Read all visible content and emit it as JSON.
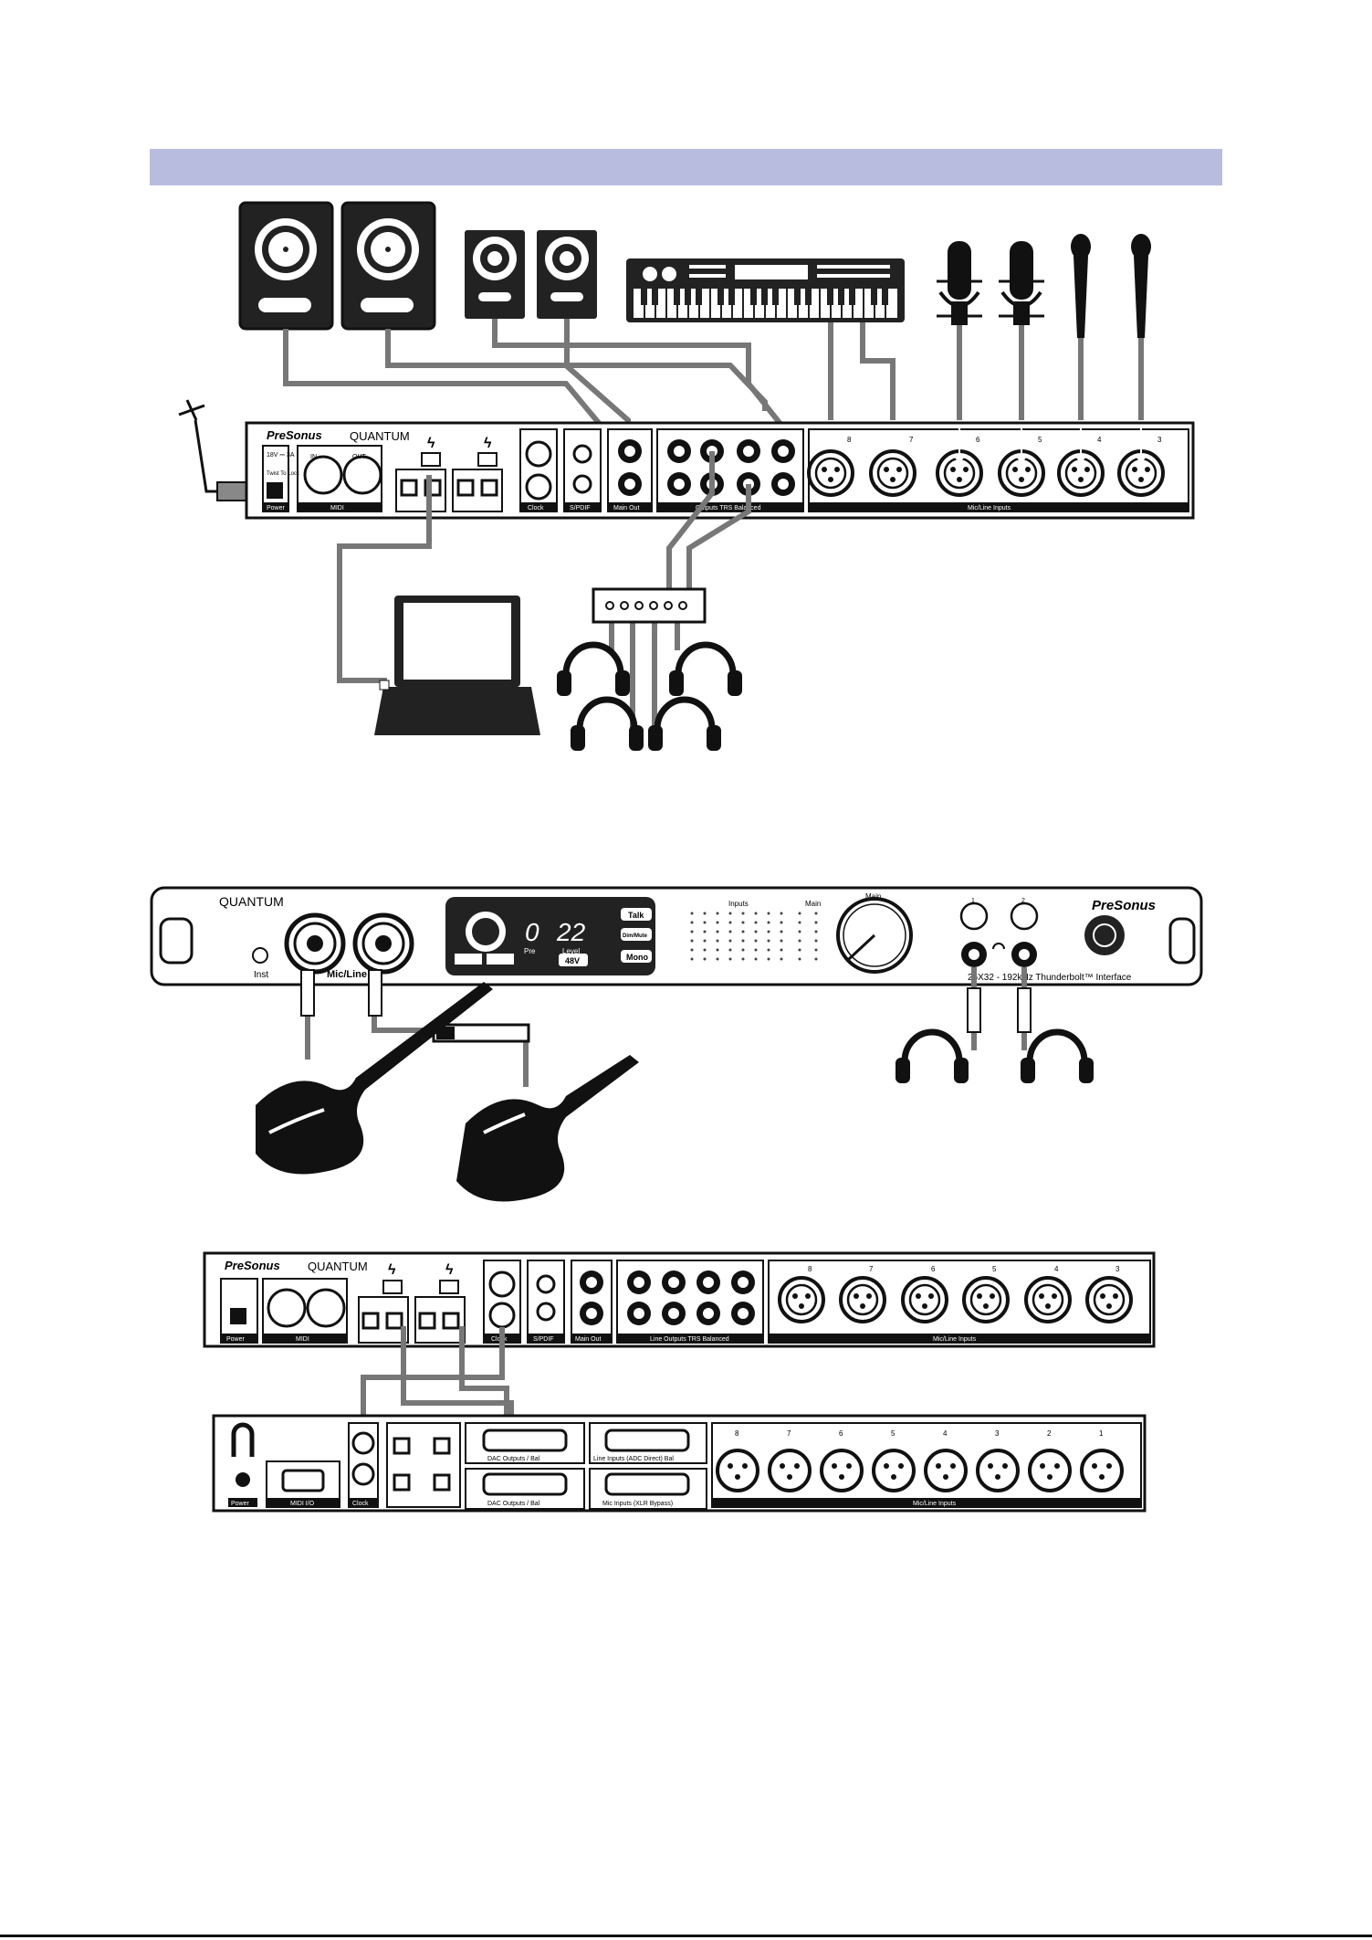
{
  "colors": {
    "band": "#b8bde0",
    "cable": "#777777",
    "outline": "#111111"
  },
  "top_panel": {
    "brand": "PreSonus",
    "model": "QUANTUM",
    "power_spec": "18V ⎓ 3A",
    "twist_lock": "Twist To Lock",
    "sections": {
      "power": "Power",
      "midi": "MIDI",
      "clock": "Clock",
      "spdif": "S/PDIF",
      "main_out": "Main Out",
      "line_outputs": "Outputs TRS Balanced",
      "mic_line_inputs": "Mic/Line Inputs"
    },
    "midi_in": "IN",
    "midi_out": "OUT",
    "input_numbers": [
      "8",
      "7",
      "6",
      "5",
      "4",
      "3"
    ]
  },
  "front_panel": {
    "model": "QUANTUM",
    "brand": "PreSonus",
    "inst_label": "Inst",
    "mic_line_label": "Mic/Line",
    "display_pre": "0",
    "display_level": "22",
    "pre_label": "Pre",
    "level_label": "Level",
    "btn_talk": "Talk",
    "btn_dim_mute": "Dim/Mute",
    "btn_mono": "Mono",
    "btn_48v": "48V",
    "inputs_label": "Inputs",
    "main_label": "Main",
    "main_knob_label": "Main",
    "phones_1": "1",
    "phones_2": "2",
    "interface_caption": "26X32 - 192kHz Thunderbolt™ Interface"
  },
  "bottom_panel_1": {
    "brand": "PreSonus",
    "model": "QUANTUM",
    "sections": {
      "power": "Power",
      "midi": "MIDI",
      "clock": "Clock",
      "spdif": "S/PDIF",
      "main_out": "Main Out",
      "line_outputs": "Line Outputs TRS Balanced",
      "mic_line_inputs": "Mic/Line Inputs"
    },
    "input_numbers": [
      "8",
      "7",
      "6",
      "5",
      "4",
      "3"
    ]
  },
  "bottom_panel_2": {
    "power": "Power",
    "midi_io": "MIDI I/O",
    "clock": "Clock",
    "dac_outputs_top": "DAC Outputs / Bal",
    "line_inputs": "Line Inputs (ADC Direct) Bal",
    "dac_outputs_bottom": "DAC Outputs / Bal",
    "mic_inputs": "Mic Inputs (XLR Bypass)",
    "mic_line_inputs": "Mic/Line Inputs",
    "input_numbers": [
      "8",
      "7",
      "6",
      "5",
      "4",
      "3",
      "2",
      "1"
    ]
  }
}
